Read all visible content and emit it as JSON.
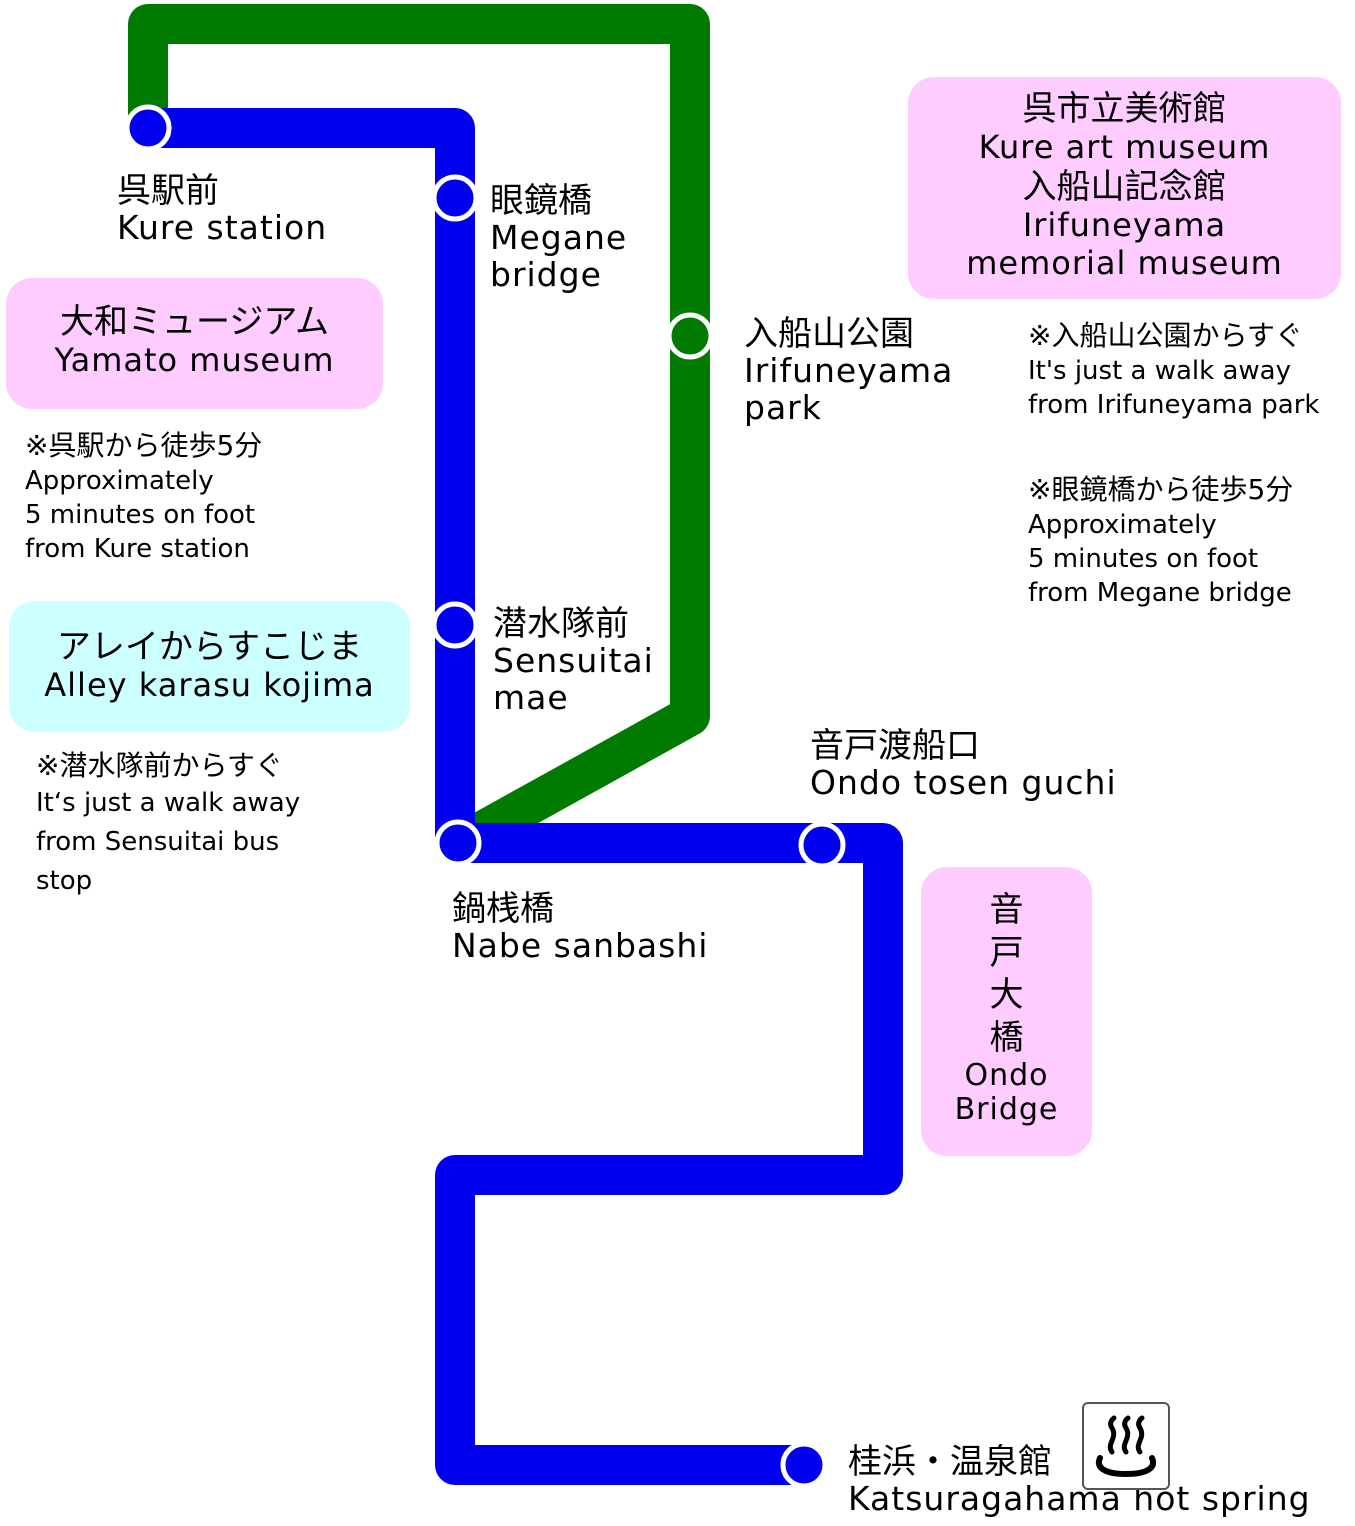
{
  "colors": {
    "blue_line": "#0000ee",
    "green_line": "#007a00",
    "pink_box": "#ffccff",
    "cyan_box": "#ccffff"
  },
  "stops": {
    "kure_station": {
      "jp": "呉駅前",
      "en": "Kure station"
    },
    "megane_bridge": {
      "jp": "眼鏡橋",
      "en1": "Megane",
      "en2": "bridge"
    },
    "irifuneyama_park": {
      "jp": "入船山公園",
      "en1": "Irifuneyama",
      "en2": "park"
    },
    "sensuitai_mae": {
      "jp": "潜水隊前",
      "en1": "Sensuitai",
      "en2": "mae"
    },
    "ondo_tosen_guchi": {
      "jp": "音戸渡船口",
      "en": "Ondo tosen guchi"
    },
    "nabe_sanbashi": {
      "jp": "鍋桟橋",
      "en": "Nabe sanbashi"
    },
    "katsuragahama": {
      "jp": "桂浜・温泉館",
      "en": "Katsuragahama hot spring"
    }
  },
  "attractions": {
    "museums": {
      "jp1": "呉市立美術館",
      "en1": "Kure art museum",
      "jp2": "入船山記念館",
      "en2a": "Irifuneyama",
      "en2b": "memorial museum"
    },
    "yamato": {
      "jp": "大和ミュージアム",
      "en": "Yamato museum"
    },
    "alley": {
      "jp": "アレイからすこじま",
      "en": "Alley karasu kojima"
    },
    "ondo_bridge": {
      "jp": [
        "音",
        "戸",
        "大",
        "橋"
      ],
      "en1": "Ondo",
      "en2": "Bridge"
    }
  },
  "notes": {
    "irifuneyama": {
      "jp": "※入船山公園からすぐ",
      "en1": "It's just a walk away",
      "en2": "from Irifuneyama park"
    },
    "megane": {
      "jp": "※眼鏡橋から徒歩5分",
      "en1": "Approximately",
      "en2": "5 minutes on foot",
      "en3": "from Megane bridge"
    },
    "yamato": {
      "jp": "※呉駅から徒歩5分",
      "en1": "Approximately",
      "en2": "5 minutes on foot",
      "en3": "from Kure station"
    },
    "sensuitai": {
      "jp": "※潜水隊前からすぐ",
      "en1": "It‘s just a walk away",
      "en2": "from Sensuitai bus",
      "en3": "stop"
    }
  },
  "icons": {
    "hot_spring": "hot-spring-icon"
  }
}
